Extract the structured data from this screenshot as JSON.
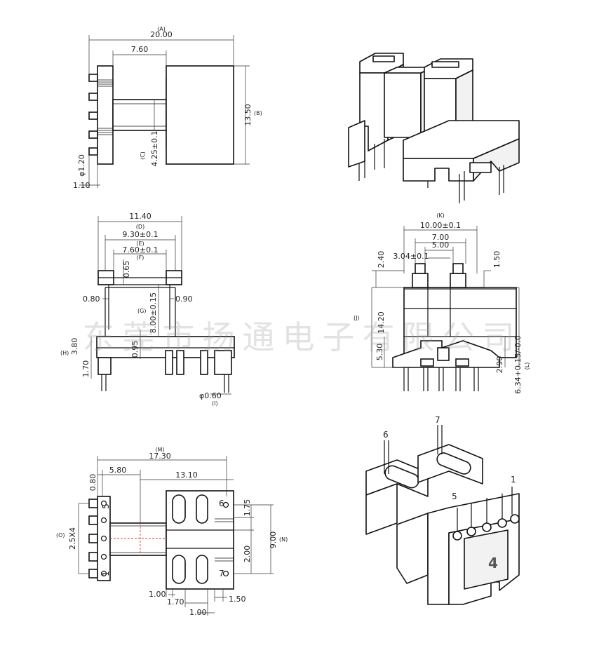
{
  "top_view": {
    "ref_a": "(A)",
    "width": "20.00",
    "inner": "7.60",
    "ref_b": "(B)",
    "height": "13.50",
    "ref_c": "(C)",
    "center": "4.25±0.1",
    "pin_dia": "φ1.20",
    "pin_off": "1.10"
  },
  "front_view": {
    "overall": "11.40",
    "ref_d": "(D)",
    "w93": "9.30±0.1",
    "ref_e": "(E)",
    "w76": "7.60±0.1",
    "ref_f": "(F)",
    "d065": "0.65",
    "d080": "0.80",
    "d090": "0.90",
    "ref_g": "(G)",
    "h800": "8.00±0.15",
    "ref_h": "(H)",
    "d380": "3.80",
    "d095": "0.95",
    "d170": "1.70",
    "pin_dia": "φ0.60",
    "ref_i": "(I)"
  },
  "side_view": {
    "ref_k": "(K)",
    "w1000": "10.00±0.1",
    "w700": "7.00",
    "w500": "5.00",
    "w304": "3.04±0.1",
    "d240": "2.40",
    "d150": "1.50",
    "ref_j": "(J)",
    "h1420": "14.20",
    "d530": "5.30",
    "d290": "2.90",
    "d634": "6.34+0.15/-0.0",
    "ref_l": "(L)"
  },
  "bottom_view": {
    "ref_m": "(M)",
    "w1730": "17.30",
    "w580": "5.80",
    "w1310": "13.10",
    "d080": "0.80",
    "ref_o": "(O)",
    "pitch": "2.5X4",
    "d175": "1.75",
    "d200": "2.00",
    "h900": "9.00",
    "ref_n": "(N)",
    "d100a": "1.00",
    "d170": "1.70",
    "d150": "1.50",
    "d100b": "1.00",
    "pins": [
      "5",
      "6",
      "1",
      "7"
    ]
  },
  "iso_bottom": {
    "pins": [
      "6",
      "7",
      "5",
      "1"
    ],
    "mark": "4"
  },
  "watermark": "东莞市扬通电子有限公司"
}
